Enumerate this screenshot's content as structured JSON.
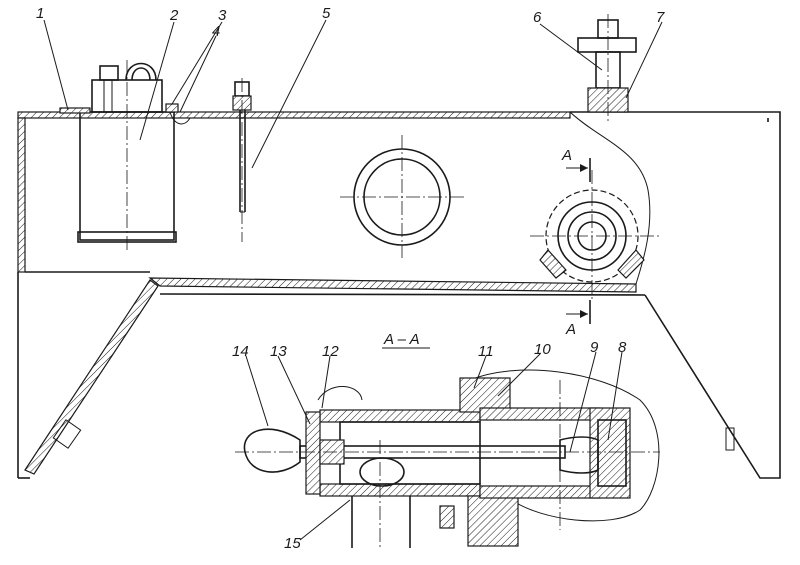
{
  "labels": {
    "n1": "1",
    "n2": "2",
    "n3": "3",
    "n4": "4",
    "n5": "5",
    "n6": "6",
    "n7": "7",
    "n8": "8",
    "n9": "9",
    "n10": "10",
    "n11": "11",
    "n12": "12",
    "n13": "13",
    "n14": "14",
    "n15": "15"
  },
  "section": {
    "title": "A – A",
    "arrow_top": "A",
    "arrow_bottom": "A"
  }
}
